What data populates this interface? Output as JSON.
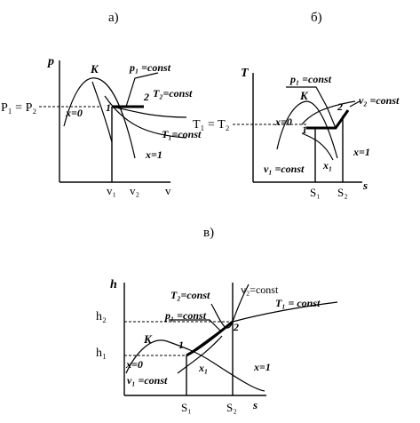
{
  "panel_a": {
    "caption": "а)",
    "y_axis": "p",
    "x_axis": "v",
    "pressure_label": "P₁ = P₂",
    "critical_point": "K",
    "point_1": "1",
    "point_2": "2",
    "x0": "x=0",
    "x1": "x=1",
    "p1_const": "p₁ =const",
    "T2_const": "T₂=const",
    "T1_const": "T₁=const",
    "v1": "v₁",
    "v2": "v₂"
  },
  "panel_b": {
    "caption": "б)",
    "y_axis": "T",
    "x_axis": "s",
    "temperature_label": "T₁ = T₂",
    "critical_point": "K",
    "point_1": "1",
    "point_2": "2",
    "x0": "x=0",
    "x1": "x=1",
    "x1_point": "x₁",
    "p1_const": "p₁ =const",
    "v2_const": "v₂ =const",
    "v1_const": "v₁ =const",
    "S1": "S₁",
    "S2": "S₂"
  },
  "panel_c": {
    "caption": "в)",
    "y_axis": "h",
    "x_axis": "s",
    "h1": "h₁",
    "h2": "h₂",
    "critical_point": "K",
    "point_1": "1",
    "point_2": "2",
    "x0": "x=0",
    "x1": "x=1",
    "x1_point": "x₁",
    "T2_const": "T₂=const",
    "v2_const": "v₂=const",
    "p1_const": "p₁ =const",
    "T1_const": "T₁ = const",
    "v1_const": "v₁ =const",
    "S1": "S₁",
    "S2": "S₂"
  }
}
